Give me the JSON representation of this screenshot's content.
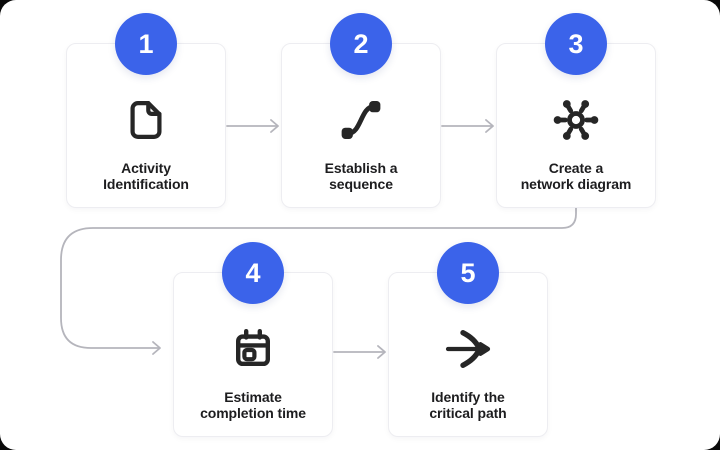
{
  "diagram": {
    "type": "process-flow",
    "steps": [
      {
        "number": "1",
        "label": "Activity Identification",
        "label_lines": [
          "Activity",
          "Identification"
        ],
        "icon": "file-document-icon"
      },
      {
        "number": "2",
        "label": "Establish a sequence",
        "label_lines": [
          "Establish a",
          "sequence"
        ],
        "icon": "route-curve-icon"
      },
      {
        "number": "3",
        "label": "Create a network diagram",
        "label_lines": [
          "Create a",
          "network diagram"
        ],
        "icon": "network-hub-icon"
      },
      {
        "number": "4",
        "label": "Estimate completion time",
        "label_lines": [
          "Estimate",
          "completion time"
        ],
        "icon": "calendar-icon"
      },
      {
        "number": "5",
        "label": "Identify the critical path",
        "label_lines": [
          "Identify the",
          "critical path"
        ],
        "icon": "path-arrow-icon"
      }
    ],
    "connections": [
      {
        "from": "1",
        "to": "2",
        "shape": "straight-arrow"
      },
      {
        "from": "2",
        "to": "3",
        "shape": "straight-arrow"
      },
      {
        "from": "3",
        "to": "4",
        "shape": "s-curve-arrow"
      },
      {
        "from": "4",
        "to": "5",
        "shape": "straight-arrow"
      }
    ]
  },
  "colors": {
    "badge_blue": "#3b63ea",
    "icon_dark": "#262626",
    "connector_gray": "#b5b5bc",
    "card_border": "#ededf1",
    "card_bg": "#ffffff",
    "text_dark": "#1d1d1f"
  }
}
